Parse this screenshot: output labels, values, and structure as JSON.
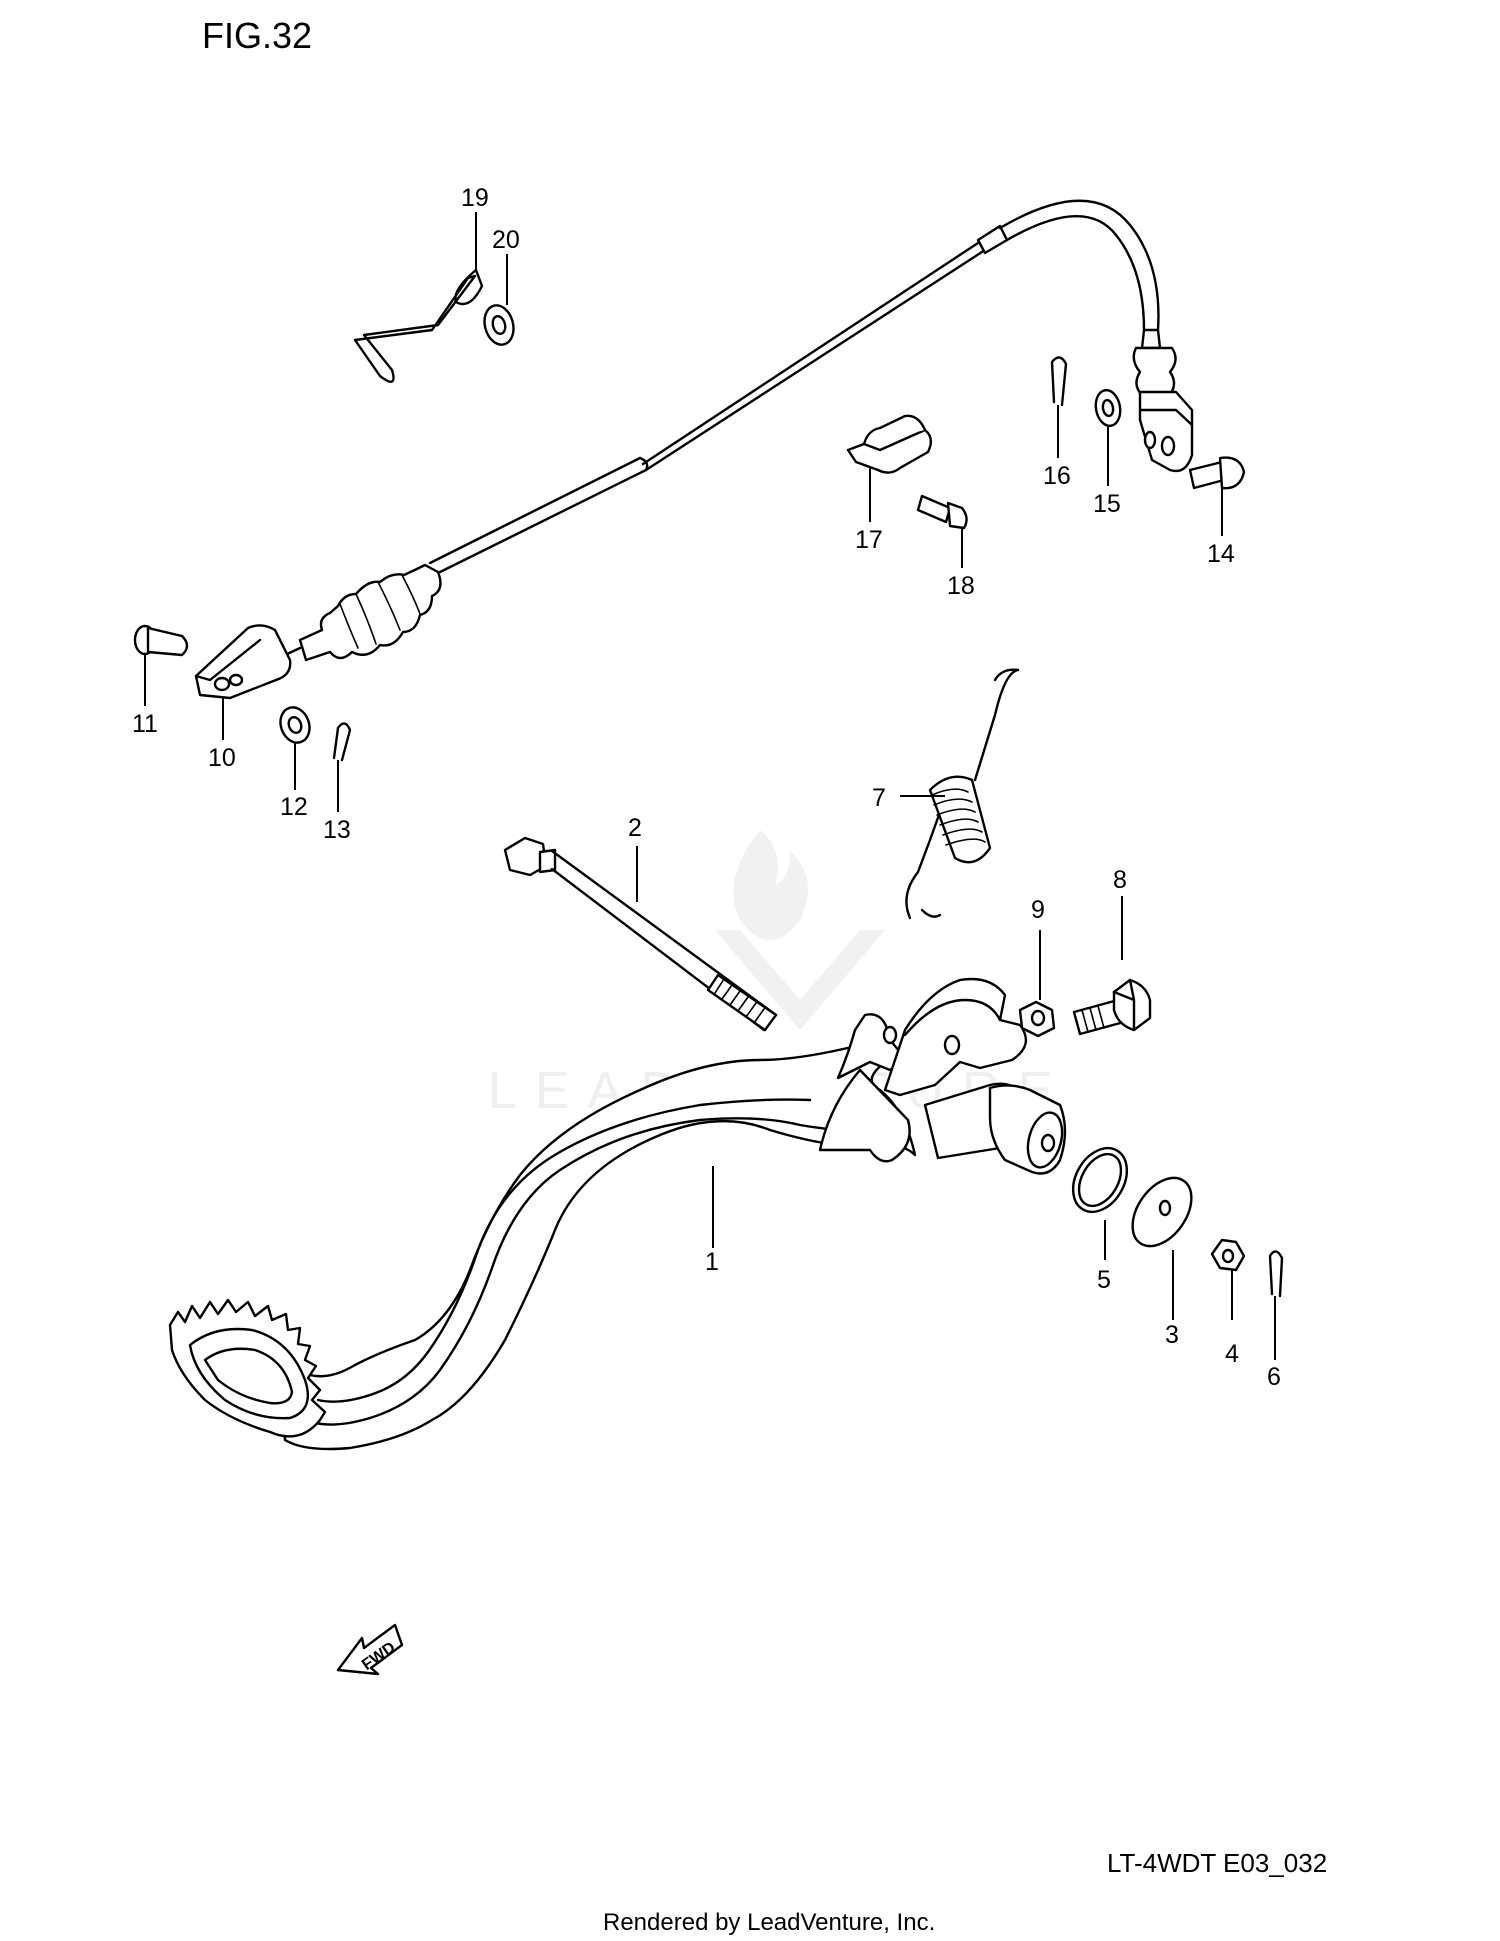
{
  "figure_title": "FIG.32",
  "drawing_code": "LT-4WDT E03_032",
  "footer_text": "Rendered by LeadVenture, Inc.",
  "fwd_arrow_text": "FWD",
  "watermark_text": "LEADVENTURE",
  "callouts": [
    "1",
    "2",
    "3",
    "4",
    "5",
    "6",
    "7",
    "8",
    "9",
    "10",
    "11",
    "12",
    "13",
    "14",
    "15",
    "16",
    "17",
    "18",
    "19",
    "20"
  ]
}
